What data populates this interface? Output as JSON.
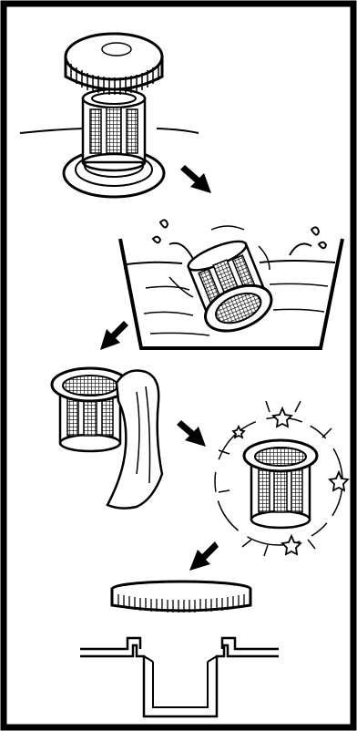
{
  "figure": {
    "icons": [
      "lid-icon",
      "filter-basket-icon",
      "washing-basin-icon",
      "cloth-icon",
      "sparkle-star-icon",
      "arrow-icon",
      "drain-socket-icon"
    ],
    "steps": [
      "remove-filter",
      "rinse-in-water",
      "wipe-with-cloth",
      "clean-filter",
      "reinstall-lid"
    ],
    "colors": {
      "ink": "#000000",
      "paper": "#ffffff"
    }
  }
}
